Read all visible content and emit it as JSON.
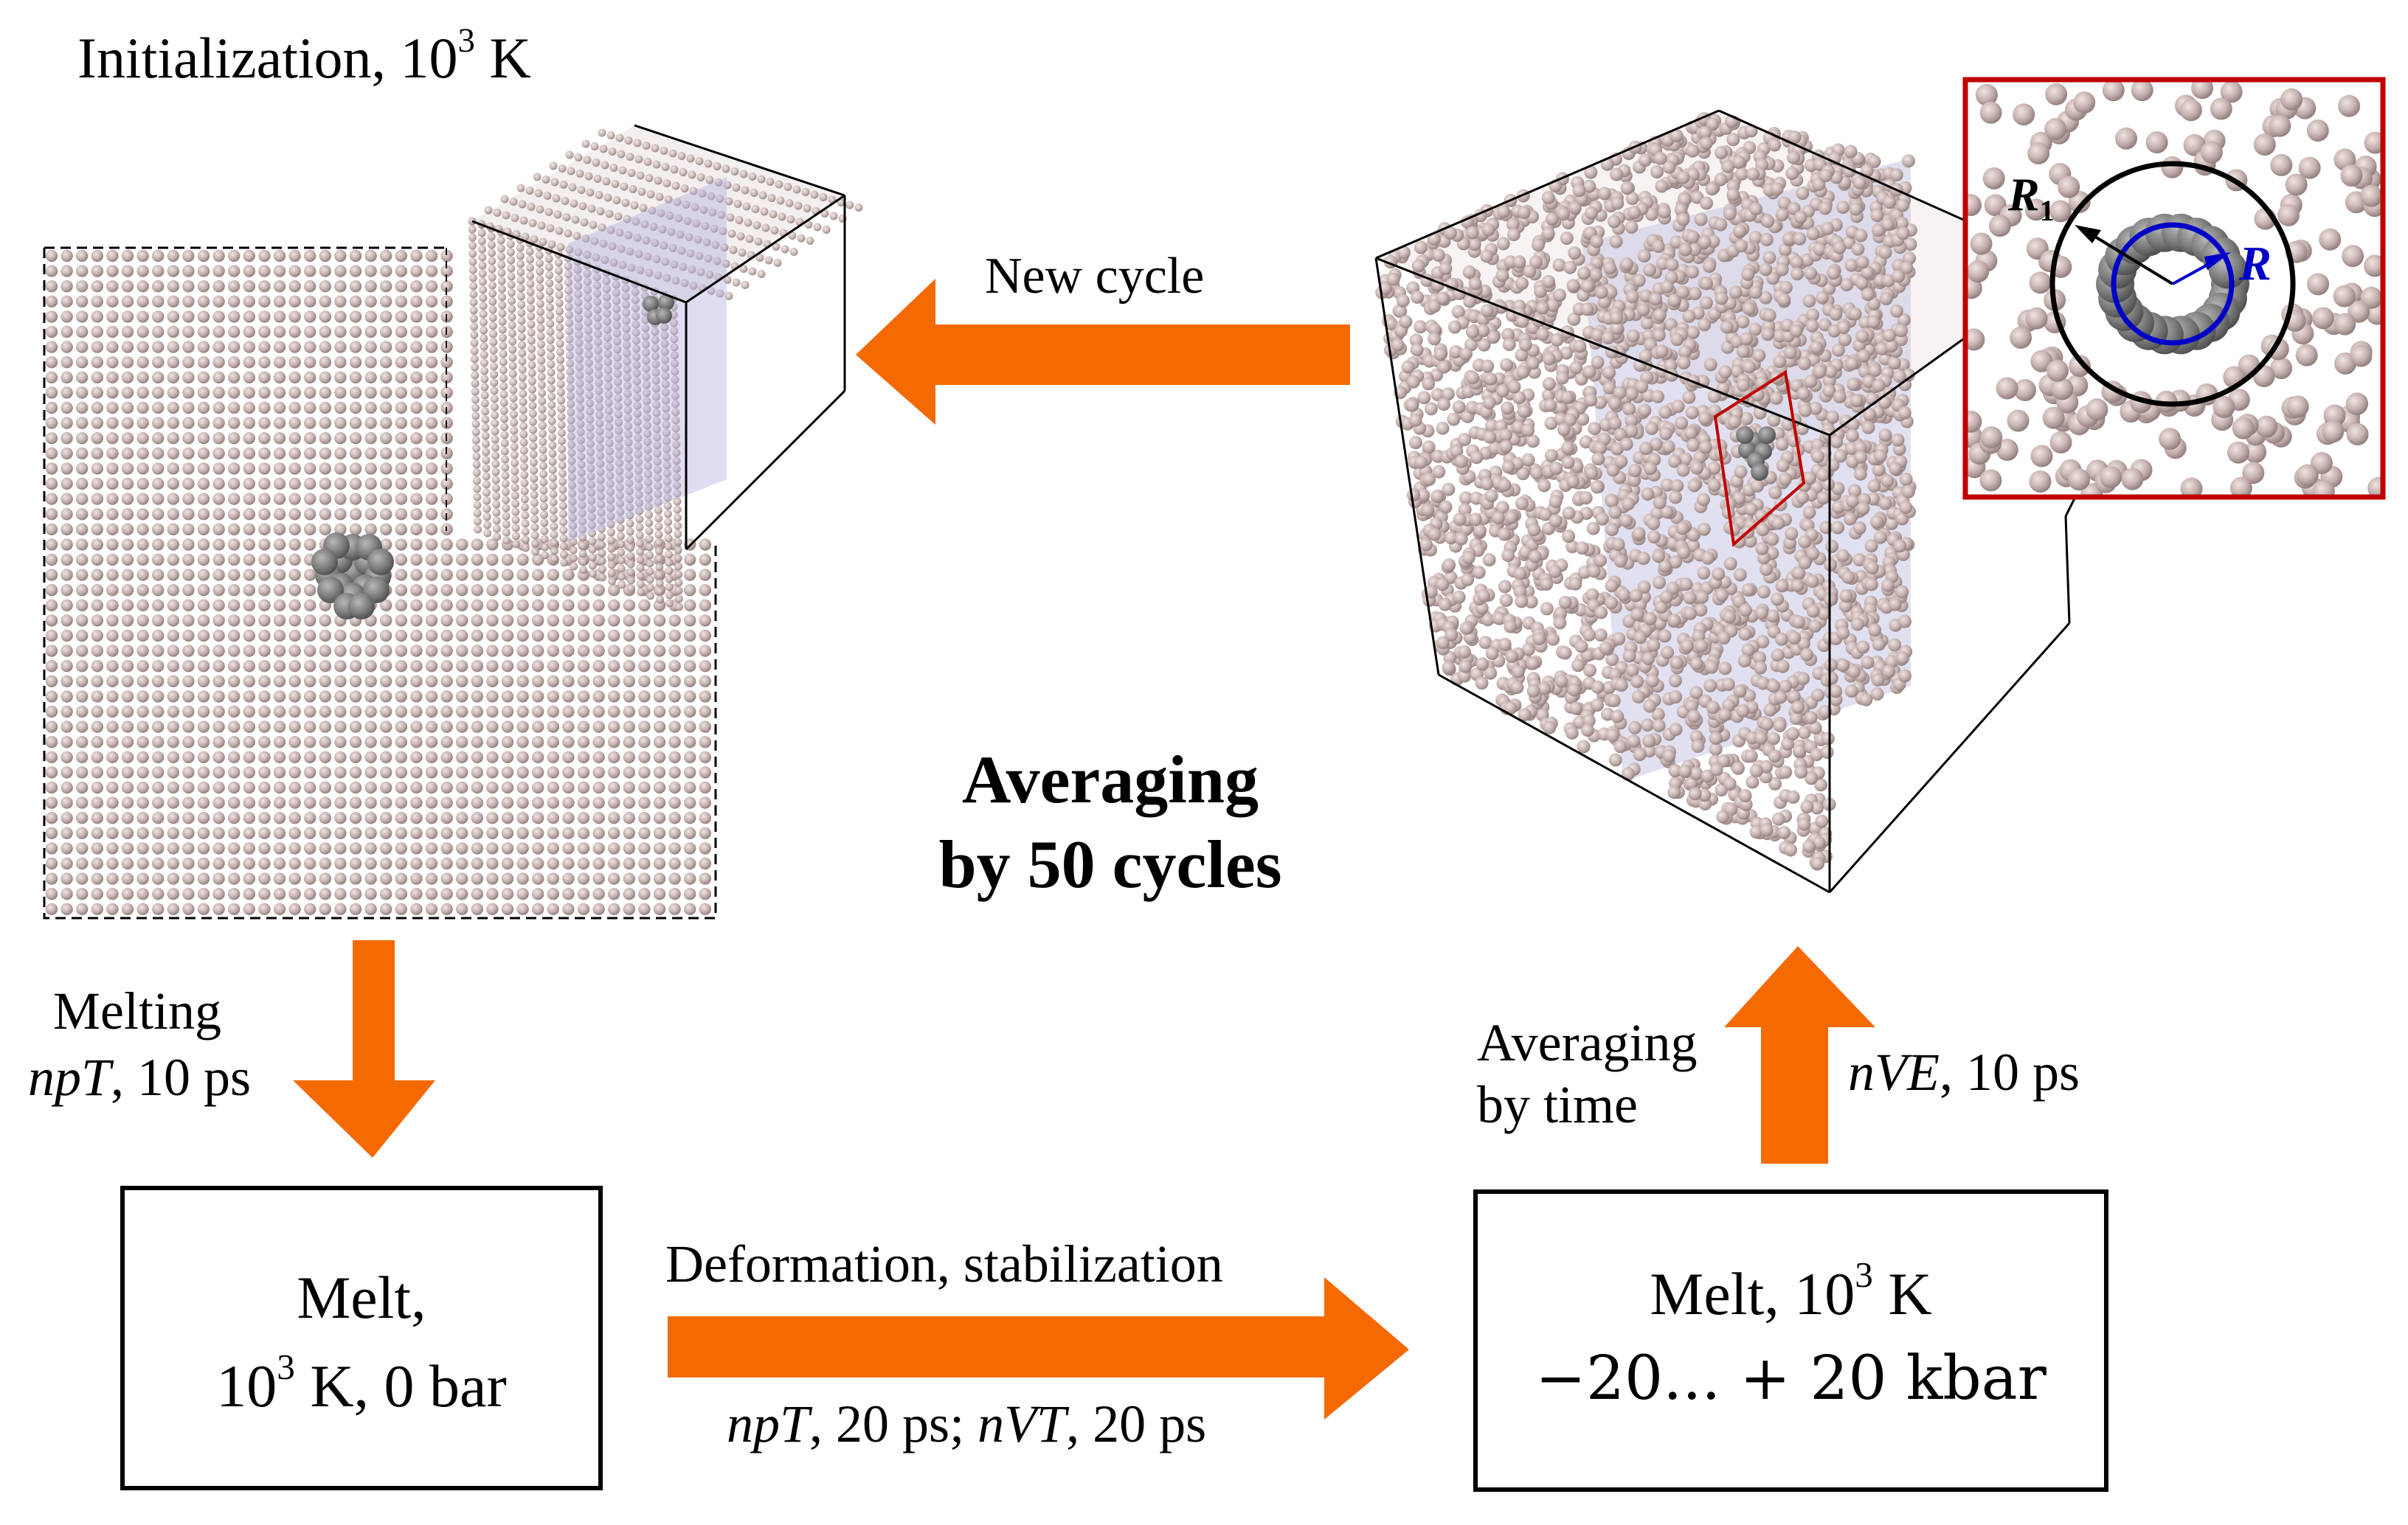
{
  "colors": {
    "arrow": "#f56a00",
    "atom": "#c6b2b0",
    "atom_edge": "#7f6f6d",
    "cluster": "#6e6e6e",
    "plane": "#c9c6e4",
    "inset_border": "#c00000",
    "radius_blue": "#0000c8"
  },
  "labels": {
    "initialization": "Initialization, 10",
    "initialization_sup": "3",
    "initialization_unit": " K",
    "new_cycle": "New cycle",
    "averaging_cycles_line1": "Averaging",
    "averaging_cycles_line2": "by 50 cycles",
    "melting_title": "Melting",
    "melting_ens": "npT",
    "melting_rest": ", 10 ps",
    "avg_time_line1": "Averaging",
    "avg_time_line2": "by time",
    "nve_ens": "nVE",
    "nve_rest": ", 10 ps",
    "deformation": "Deformation, stabilization",
    "deform_ens1": "npT",
    "deform_mid": ", 20 ps; ",
    "deform_ens2": "nVT",
    "deform_rest": ", 20 ps",
    "melt_left_line1": "Melt,",
    "melt_left_pre": "10",
    "melt_left_sup": "3",
    "melt_left_post": " K, 0 bar",
    "melt_right_pre": "Melt, 10",
    "melt_right_sup": "3",
    "melt_right_post": " K",
    "melt_right_line2": "−20... + 20 kbar",
    "r1_label": "R",
    "r1_sub": "1",
    "r_label": "R"
  }
}
